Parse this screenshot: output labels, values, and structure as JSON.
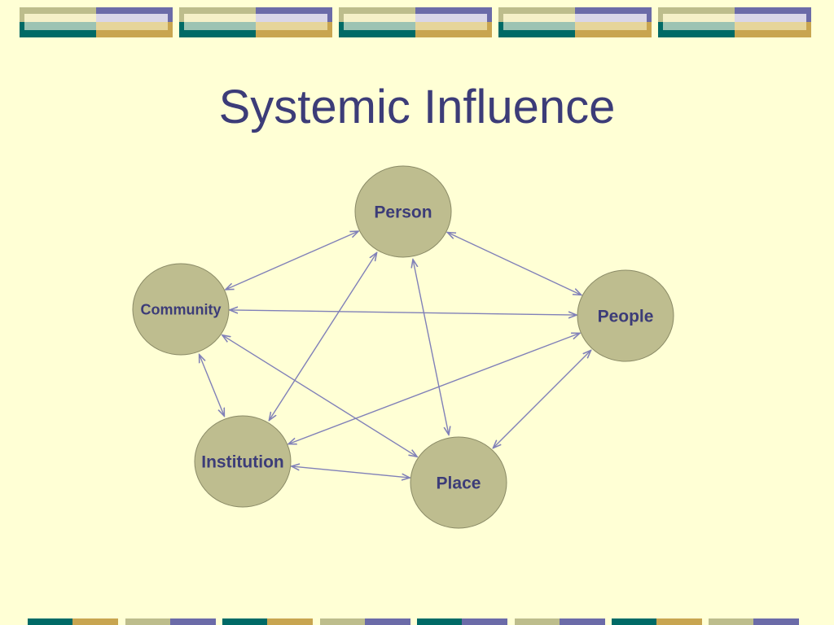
{
  "slide": {
    "title": "Systemic Influence"
  },
  "diagram": {
    "nodes": [
      {
        "id": "person",
        "label": "Person"
      },
      {
        "id": "community",
        "label": "Community"
      },
      {
        "id": "people",
        "label": "People"
      },
      {
        "id": "institution",
        "label": "Institution"
      },
      {
        "id": "place",
        "label": "Place"
      }
    ],
    "edges": [
      [
        "person",
        "community"
      ],
      [
        "person",
        "people"
      ],
      [
        "person",
        "institution"
      ],
      [
        "person",
        "place"
      ],
      [
        "community",
        "people"
      ],
      [
        "community",
        "institution"
      ],
      [
        "community",
        "place"
      ],
      [
        "institution",
        "people"
      ],
      [
        "institution",
        "place"
      ],
      [
        "place",
        "people"
      ]
    ]
  },
  "colors": {
    "background": "#FFFFD5",
    "title": "#3C3C78",
    "node_fill": "#BEBD8F",
    "node_stroke": "#8A8A66",
    "node_text": "#3C3C78",
    "edge": "#8080B8",
    "teal": "#006A66",
    "navy_purple": "#6B6BA8",
    "olive": "#BDBD8C",
    "gold": "#C8A550",
    "pale": "#F5F0C8",
    "light_teal": "#9CC3B3"
  }
}
